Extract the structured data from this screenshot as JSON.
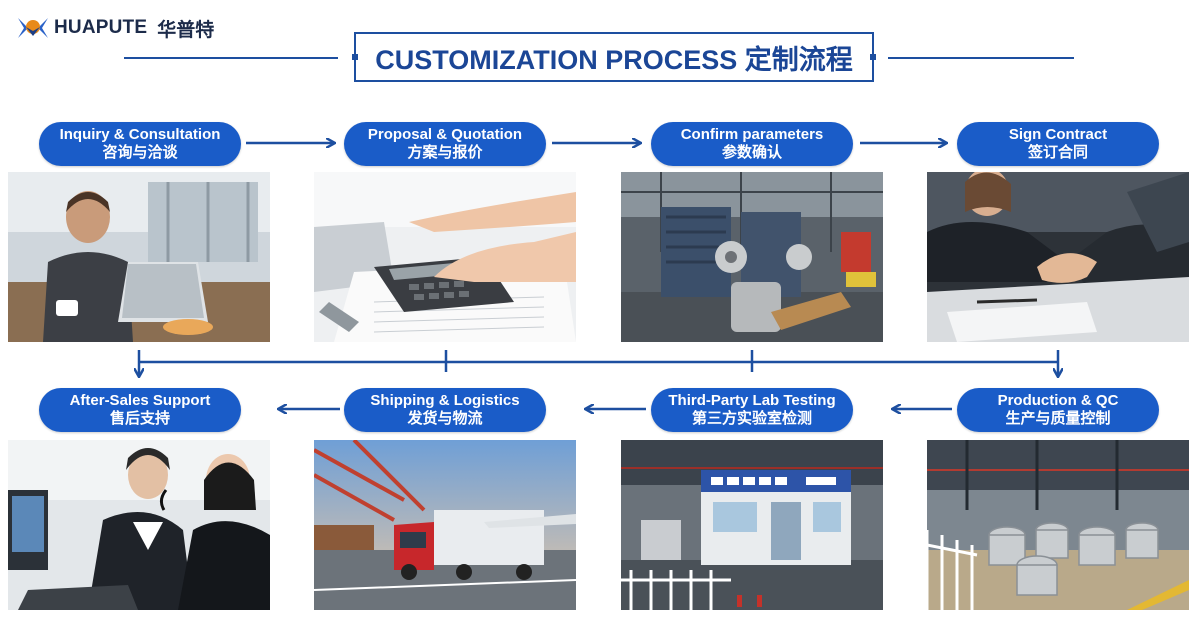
{
  "brand": {
    "name": "HUAPUTE",
    "name_cn": "华普特"
  },
  "title": "CUSTOMIZATION PROCESS 定制流程",
  "steps": [
    {
      "en": "Inquiry & Consultation",
      "cn": "咨询与洽谈",
      "image": "office-laptop-man"
    },
    {
      "en": "Proposal & Quotation",
      "cn": "方案与报价",
      "image": "calculator-hands"
    },
    {
      "en": "Confirm parameters",
      "cn": "参数确认",
      "image": "factory-machines"
    },
    {
      "en": "Sign Contract",
      "cn": "签订合同",
      "image": "handshake"
    },
    {
      "en": "Production & QC",
      "cn": "生产与质量控制",
      "image": "production-floor"
    },
    {
      "en": "Third-Party Lab Testing",
      "cn": "第三方实验室检测",
      "image": "lab-booth"
    },
    {
      "en": "Shipping & Logistics",
      "cn": "发货与物流",
      "image": "truck-port"
    },
    {
      "en": "After-Sales Support",
      "cn": "售后支持",
      "image": "call-center"
    }
  ],
  "colors": {
    "accent": "#1a5cc8",
    "title": "#1b4696",
    "arrow": "#1d4fa0"
  }
}
